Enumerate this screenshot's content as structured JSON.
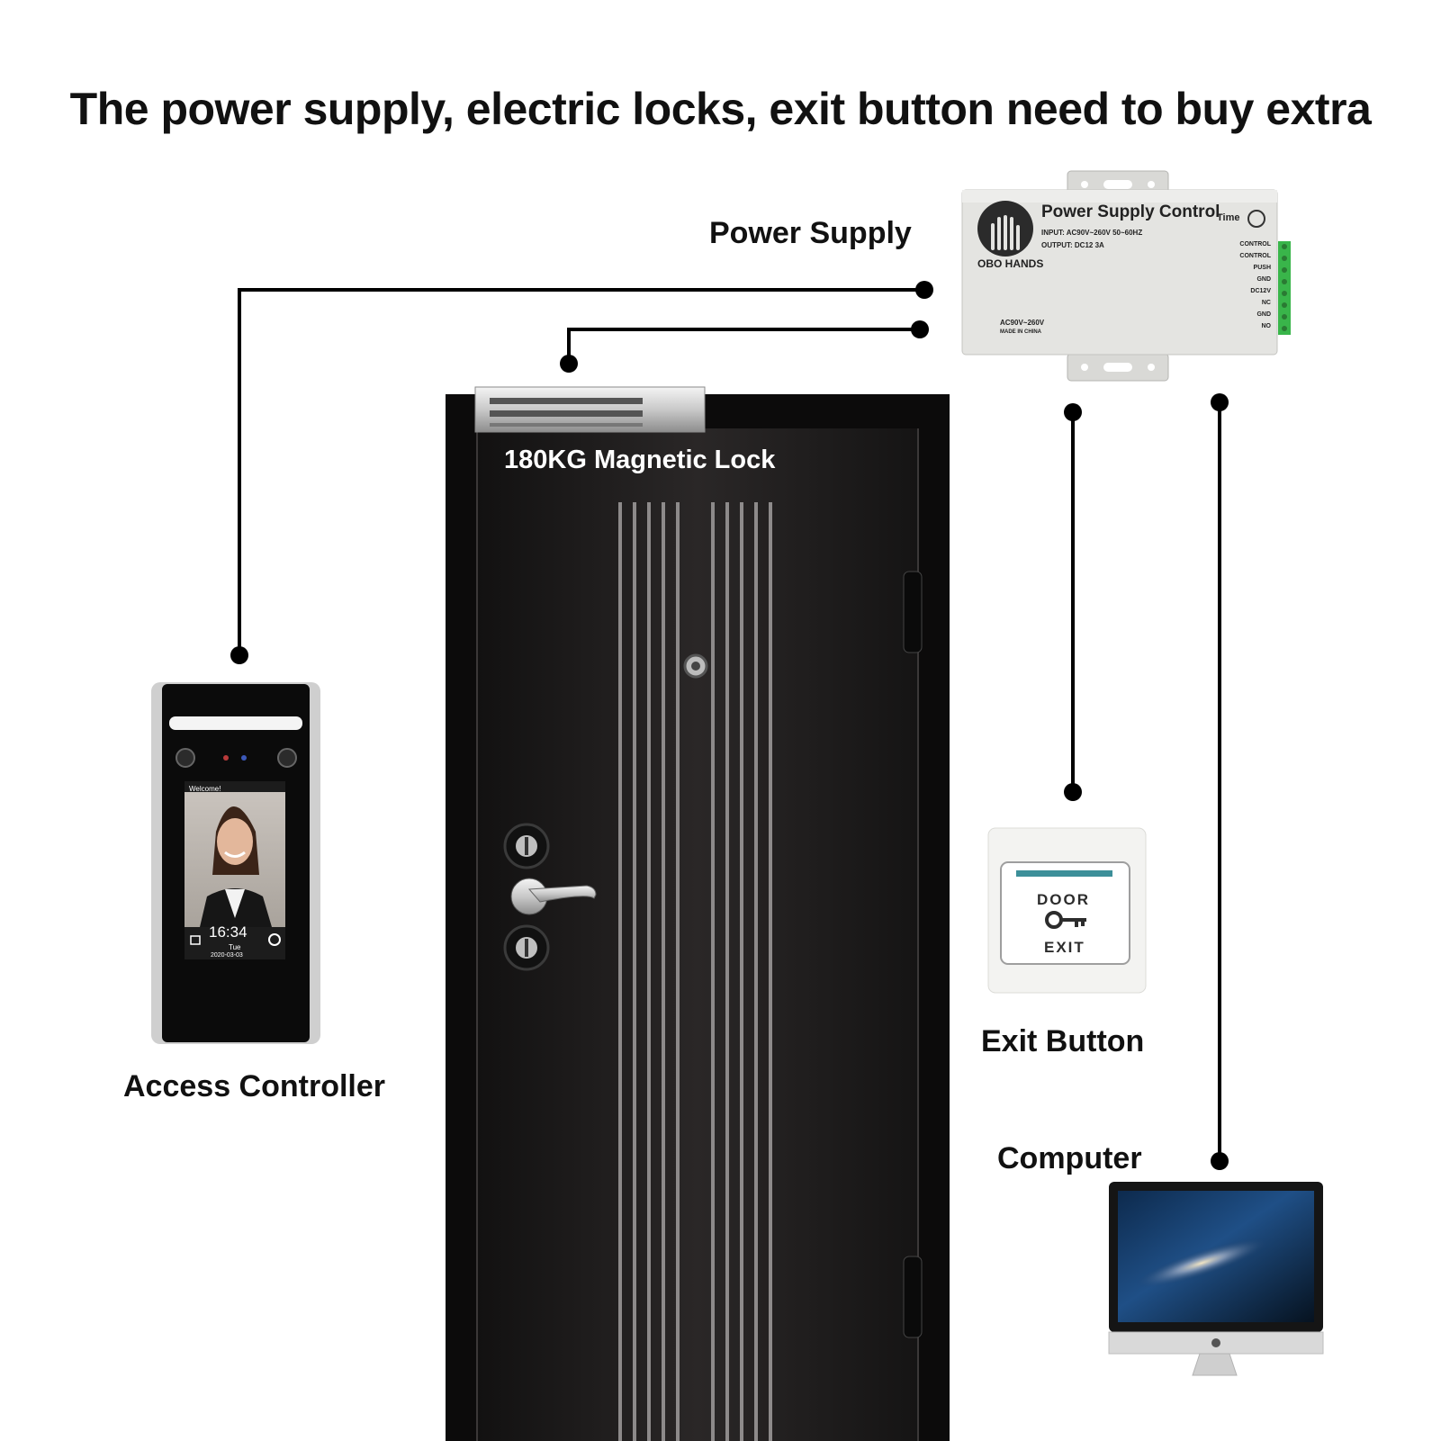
{
  "headline": "The power supply, electric locks, exit button need to buy extra",
  "labels": {
    "power_supply": "Power Supply",
    "magnetic_lock": "180KG Magnetic Lock",
    "access_controller": "Access Controller",
    "exit_button": "Exit Button",
    "computer": "Computer"
  },
  "power_supply_unit": {
    "title": "Power Supply Control",
    "input": "INPUT: AC90V~260V 50~60HZ",
    "output": "OUTPUT: DC12 3A",
    "brand": "OBO HANDS",
    "time": "Time",
    "ac_label": "AC90V~260V",
    "made_in": "MADE IN CHINA",
    "terminals": [
      "CONTROL",
      "CONTROL",
      "PUSH",
      "GND",
      "DC12V",
      "NC",
      "GND",
      "NO"
    ]
  },
  "access_controller_screen": {
    "welcome": "Welcome!",
    "time": "16:34",
    "day": "Tue",
    "date": "2020-03-03"
  },
  "exit_button_face": {
    "top": "DOOR",
    "bottom": "EXIT"
  },
  "colors": {
    "wire": "#000000",
    "door": "#1c1a1a",
    "psu_body": "#e4e4e1",
    "terminal_block": "#39b54a"
  },
  "icons": [
    "hand-logo-icon",
    "clock-icon",
    "key-icon",
    "lock-icon",
    "gear-icon",
    "apple-logo-icon"
  ]
}
